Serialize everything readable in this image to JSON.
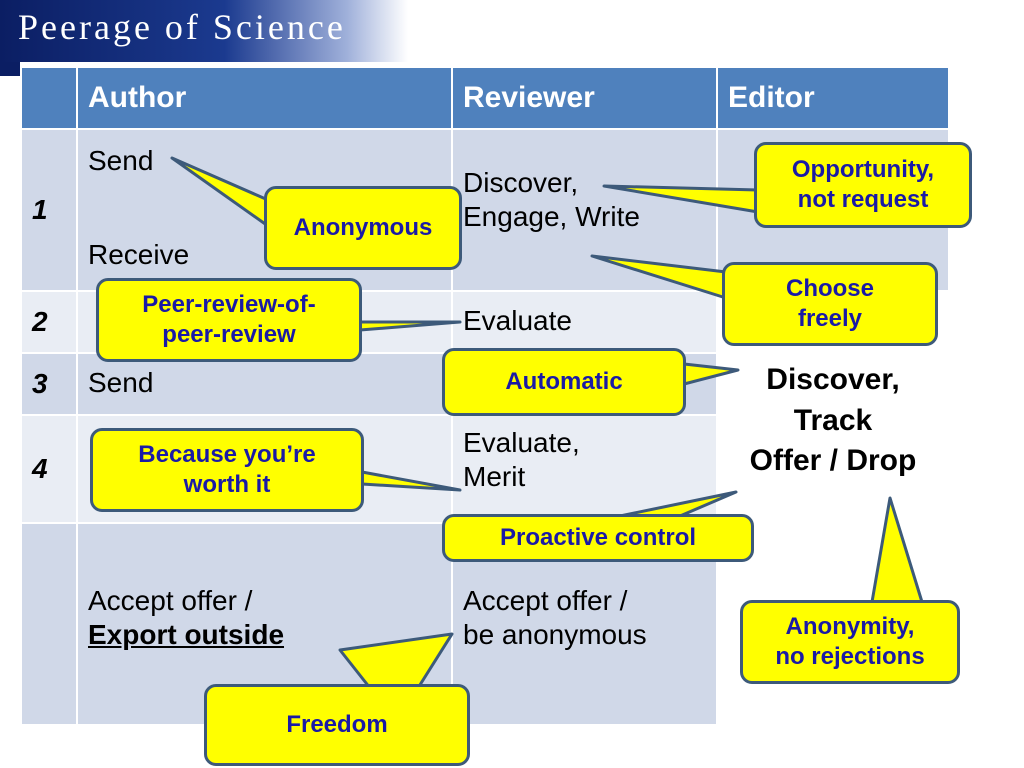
{
  "header": {
    "brand": "Peerage of Science"
  },
  "table": {
    "headers": [
      "",
      "Author",
      "Reviewer",
      "Editor"
    ],
    "rows": [
      {
        "num": "1",
        "author": [
          "Send",
          "Receive"
        ],
        "reviewer": [
          "Discover,",
          "Engage, Write"
        ]
      },
      {
        "num": "2",
        "author": [],
        "reviewer": [
          "Evaluate"
        ]
      },
      {
        "num": "3",
        "author": [
          "Send"
        ],
        "reviewer": []
      },
      {
        "num": "4",
        "author": [],
        "reviewer": [
          "Evaluate,",
          "Merit"
        ]
      },
      {
        "num": "",
        "author": [
          "Accept offer /",
          "Export outside"
        ],
        "reviewer": [
          "Accept offer /",
          "be anonymous"
        ]
      }
    ]
  },
  "editor_text": [
    "Discover,",
    "Track",
    "Offer / Drop"
  ],
  "callouts": {
    "anonymous": "Anonymous",
    "opportunity": [
      "Opportunity,",
      "not request"
    ],
    "choose": [
      "Choose",
      "freely"
    ],
    "peer_review": [
      "Peer-review-of-",
      "peer-review"
    ],
    "automatic": "Automatic",
    "because": [
      "Because you’re",
      "worth it"
    ],
    "proactive": "Proactive control",
    "anonymity": [
      "Anonymity,",
      "no rejections"
    ],
    "freedom": "Freedom"
  },
  "colors": {
    "header_blue": "#4f81bd",
    "row_dark": "#d0d8e8",
    "row_light": "#e9edf4",
    "callout_fill": "#ffff00",
    "callout_text": "#1a1aa6",
    "callout_border": "#3d5a7a"
  }
}
